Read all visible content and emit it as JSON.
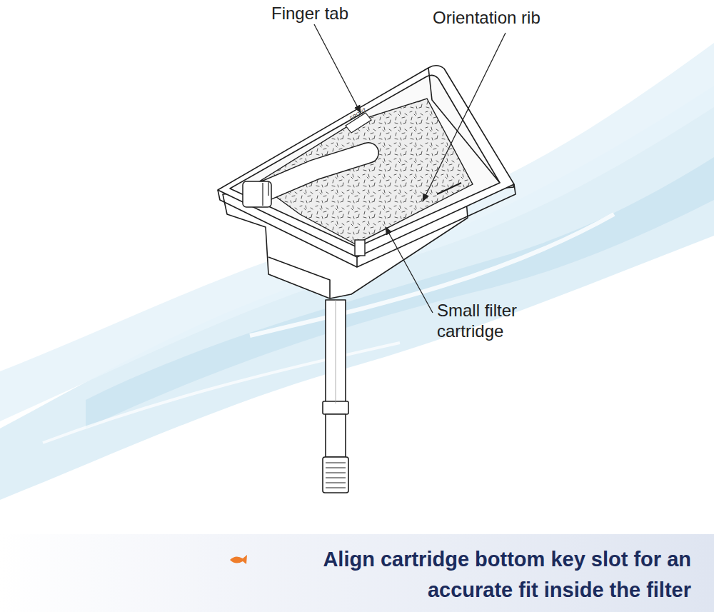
{
  "diagram": {
    "caption": "Align cartridge bottom key slot for an accurate fit inside the filter",
    "labels": [
      "Finger tab",
      "Orientation rib",
      "Small filter cartridge",
      "FRONT"
    ]
  }
}
